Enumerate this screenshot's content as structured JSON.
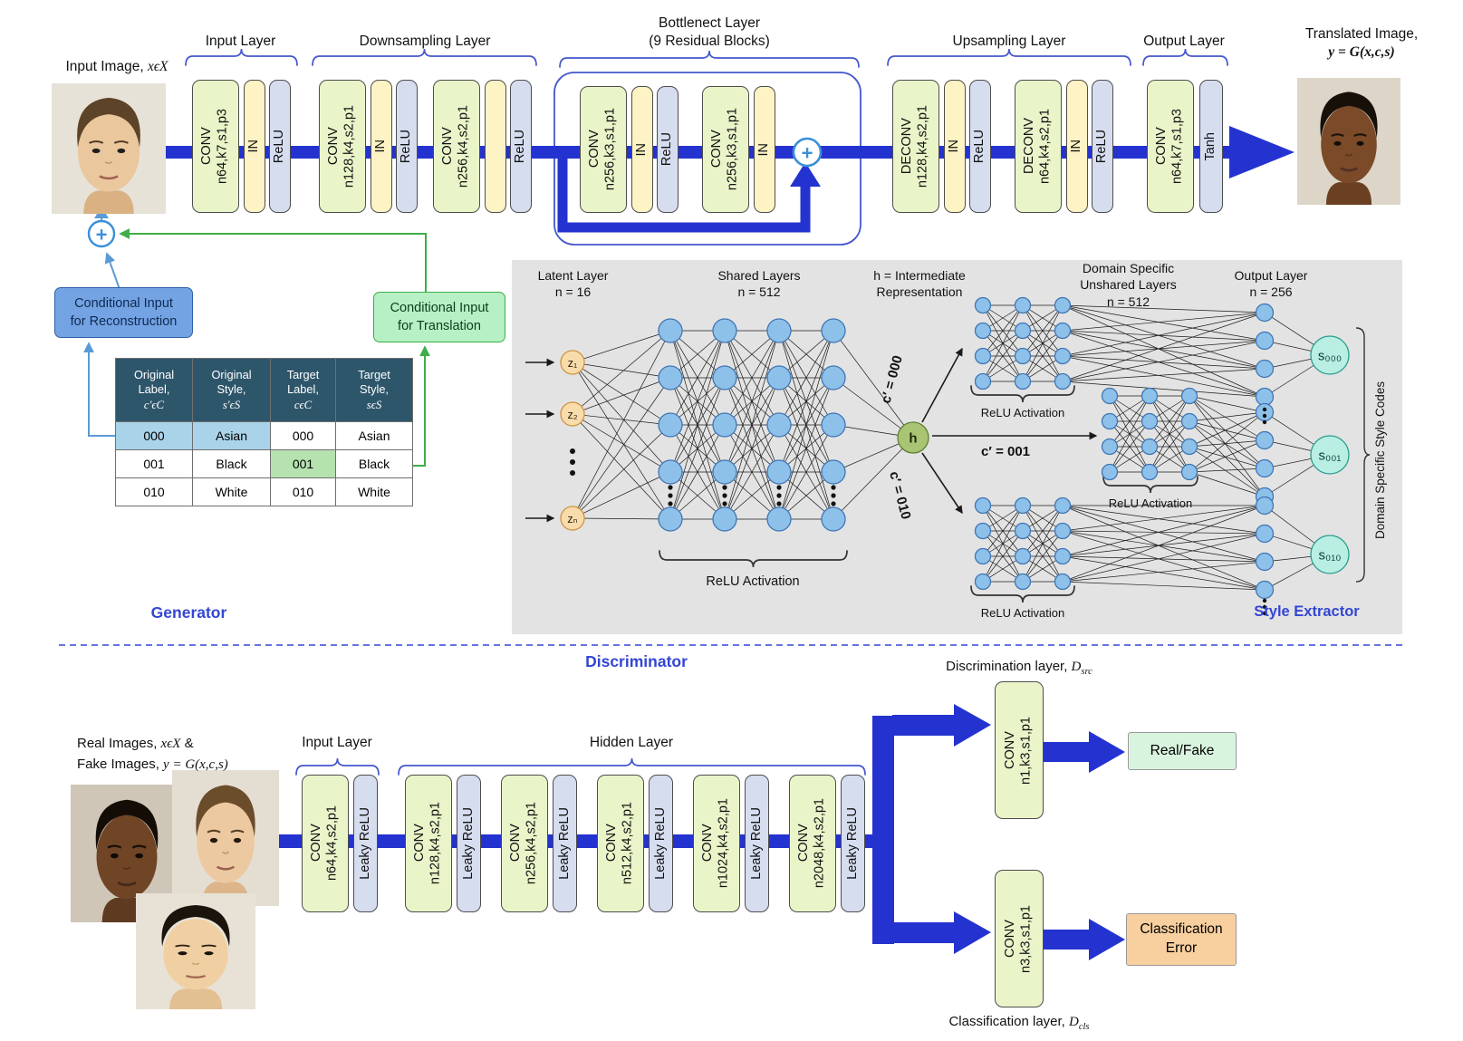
{
  "colors": {
    "flow_arrow_blue": "#2433cf",
    "accent_blue": "#3346d3",
    "brace_blue": "#4457cc",
    "conv_block_fill": "#e9f5c9",
    "in_block_fill": "#fdf3c4",
    "relu_block_fill": "#d6ddef",
    "node_blue_fill": "#8ec1ea",
    "latent_node_fill": "#f9dcab",
    "h_node_fill": "#a9c473",
    "style_code_fill": "#b9efe3",
    "table_header_bg": "#2e566b",
    "table_blue_cell": "#a9d3e8",
    "table_green_cell": "#b5e2af",
    "cond_recon_fill": "#74a3e3",
    "cond_trans_fill": "#b6f0c4",
    "real_fake_fill": "#d9f4de",
    "cls_error_fill": "#f8cf9e",
    "panel_bg": "#e3e3e3"
  },
  "generator": {
    "section_label": "Generator",
    "input_image": {
      "prefix": "Input Image, ",
      "math": "xϵX"
    },
    "translated_image": {
      "line1": "Translated Image,",
      "math": "y = G(x,c,s)"
    },
    "plus": "+",
    "group_labels": {
      "input": "Input Layer",
      "downsampling": "Downsampling Layer",
      "bottleneck_line1": "Bottlenect Layer",
      "bottleneck_line2": "(9 Residual Blocks)",
      "upsampling": "Upsampling Layer",
      "output": "Output Layer"
    },
    "blocks": {
      "conv1": {
        "l1": "CONV",
        "l2": "n64,k7,s1,p3"
      },
      "in": "IN",
      "relu": "ReLU",
      "conv2": {
        "l1": "CONV",
        "l2": "n128,k4,s2,p1"
      },
      "conv3": {
        "l1": "CONV",
        "l2": "n256,k4,s2,p1"
      },
      "res_conv1": {
        "l1": "CONV",
        "l2": "n256,k3,s1,p1"
      },
      "res_conv2": {
        "l1": "CONV",
        "l2": "n256,k3,s1,p1"
      },
      "deconv1": {
        "l1": "DECONV",
        "l2": "n128,k4,s2,p1"
      },
      "deconv2": {
        "l1": "DECONV",
        "l2": "n64,k4,s2,p1"
      },
      "out_conv": {
        "l1": "CONV",
        "l2": "n64,k7,s1,p3"
      },
      "tanh": "Tanh"
    },
    "cond_recon": {
      "line1": "Conditional Input",
      "line2": "for Reconstruction"
    },
    "cond_trans": {
      "line1": "Conditional Input",
      "line2": "for Translation"
    },
    "table": {
      "headers": [
        {
          "l1": "Original",
          "l2": "Label,",
          "l3": "c′ϵC"
        },
        {
          "l1": "Original",
          "l2": "Style,",
          "l3": "s′ϵS"
        },
        {
          "l1": "Target",
          "l2": "Label,",
          "l3": "cϵC"
        },
        {
          "l1": "Target",
          "l2": "Style,",
          "l3": "sϵS"
        }
      ],
      "rows": [
        [
          "000",
          "Asian",
          "000",
          "Asian"
        ],
        [
          "001",
          "Black",
          "001",
          "Black"
        ],
        [
          "010",
          "White",
          "010",
          "White"
        ]
      ]
    }
  },
  "style_extractor": {
    "section_label": "Style Extractor",
    "latent_line1": "Latent Layer",
    "latent_line2": "n = 16",
    "shared_line1": "Shared Layers",
    "shared_line2": "n = 512",
    "h_line1": "h = Intermediate",
    "h_line2": "Representation",
    "unshared_line1": "Domain Specific",
    "unshared_line2": "Unshared Layers",
    "unshared_line3": "n = 512",
    "output_line1": "Output Layer",
    "output_line2": "n = 256",
    "z1": "z₁",
    "z2": "z₂",
    "zn": "zₙ",
    "h": "h",
    "relu_activation": "ReLU Activation",
    "c000": "c′ = 000",
    "c001": "c′ = 001",
    "c010": "c′ = 010",
    "s000": "s₀₀₀",
    "s001": "s₀₀₁",
    "s010": "s₀₁₀",
    "side_label": "Domain Specific Style Codes"
  },
  "discriminator": {
    "section_label": "Discriminator",
    "real_images": {
      "line1_prefix": "Real Images, ",
      "line1_math": "xϵX",
      "line1_suffix": " &",
      "line2_prefix": "Fake Images, ",
      "line2_math": "y = G(x,c,s)"
    },
    "input_layer_label": "Input Layer",
    "hidden_layer_label": "Hidden Layer",
    "blocks": {
      "conv1": {
        "l1": "CONV",
        "l2": "n64,k4,s2,p1"
      },
      "leaky": "Leaky ReLU",
      "conv2": {
        "l1": "CONV",
        "l2": "n128,k4,s2,p1"
      },
      "conv3": {
        "l1": "CONV",
        "l2": "n256,k4,s2,p1"
      },
      "conv4": {
        "l1": "CONV",
        "l2": "n512,k4,s2,p1"
      },
      "conv5": {
        "l1": "CONV",
        "l2": "n1024,k4,s2,p1"
      },
      "conv6": {
        "l1": "CONV",
        "l2": "n2048,k4,s2,p1"
      },
      "conv_src": {
        "l1": "CONV",
        "l2": "n1,k3,s1,p1"
      },
      "conv_cls": {
        "l1": "CONV",
        "l2": "n3,k3,s1,p1"
      }
    },
    "disc_layer": {
      "prefix": "Discrimination layer, ",
      "d": "D",
      "sub": "src"
    },
    "cls_layer": {
      "prefix": "Classification layer, ",
      "d": "D",
      "sub": "cls"
    },
    "real_fake_label": "Real/Fake",
    "cls_error_line1": "Classification",
    "cls_error_line2": "Error"
  }
}
